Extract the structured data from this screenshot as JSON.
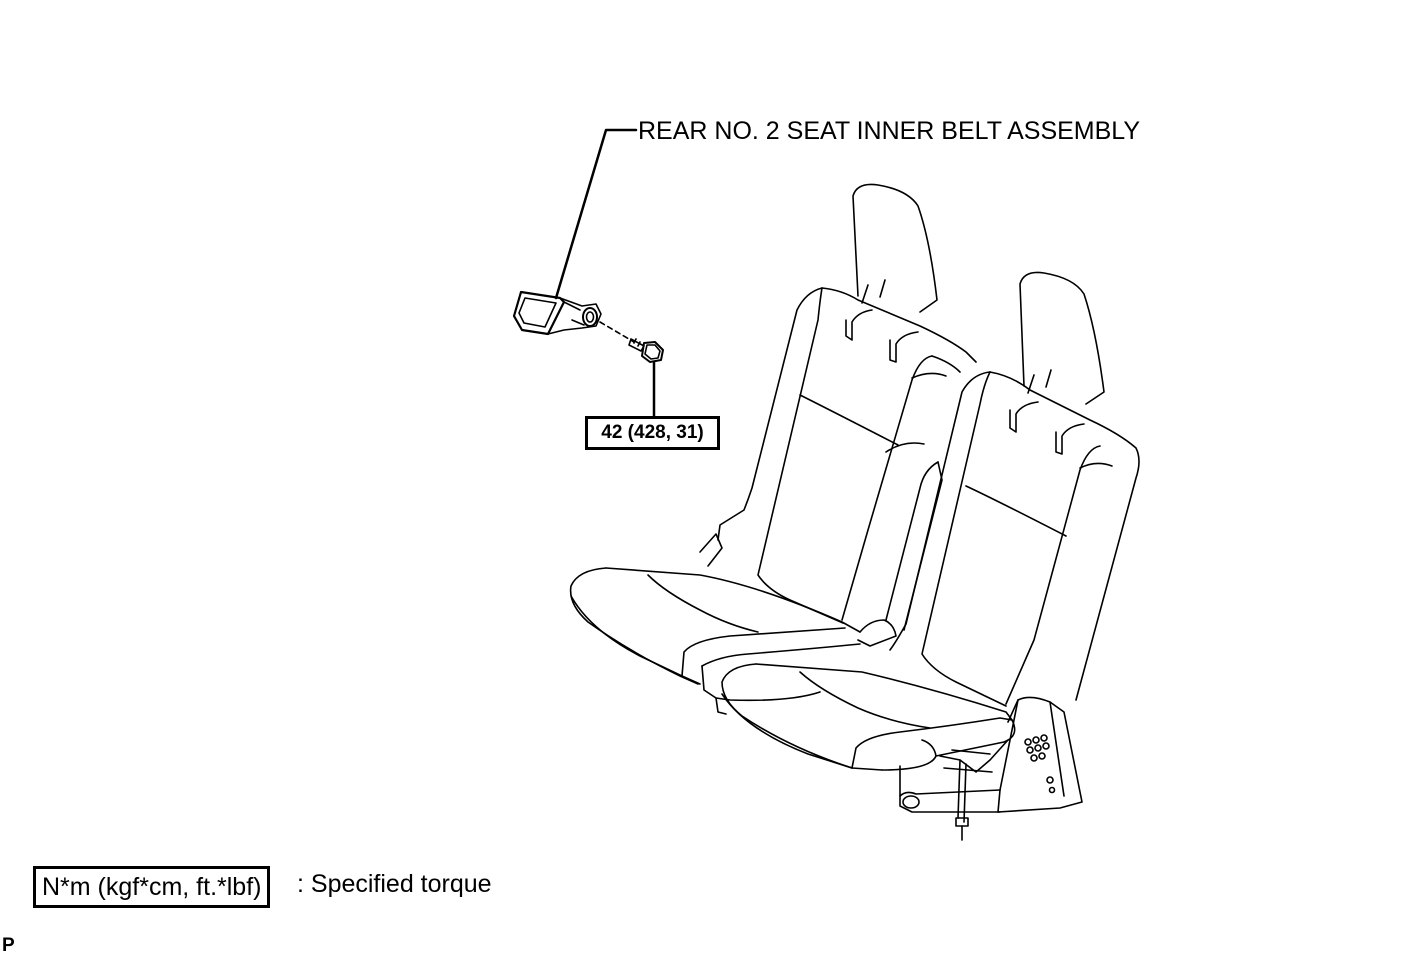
{
  "callouts": {
    "part_name": "REAR NO. 2 SEAT INNER BELT ASSEMBLY",
    "torque_value": "42 (428, 31)"
  },
  "legend": {
    "unit_box": "N*m (kgf*cm, ft.*lbf)",
    "description": ": Specified torque"
  },
  "corner_code": "P",
  "colors": {
    "line": "#000000",
    "background": "#ffffff"
  },
  "icons": [
    "seat-belt-buckle-icon",
    "bolt-icon",
    "rear-seat-icon"
  ]
}
